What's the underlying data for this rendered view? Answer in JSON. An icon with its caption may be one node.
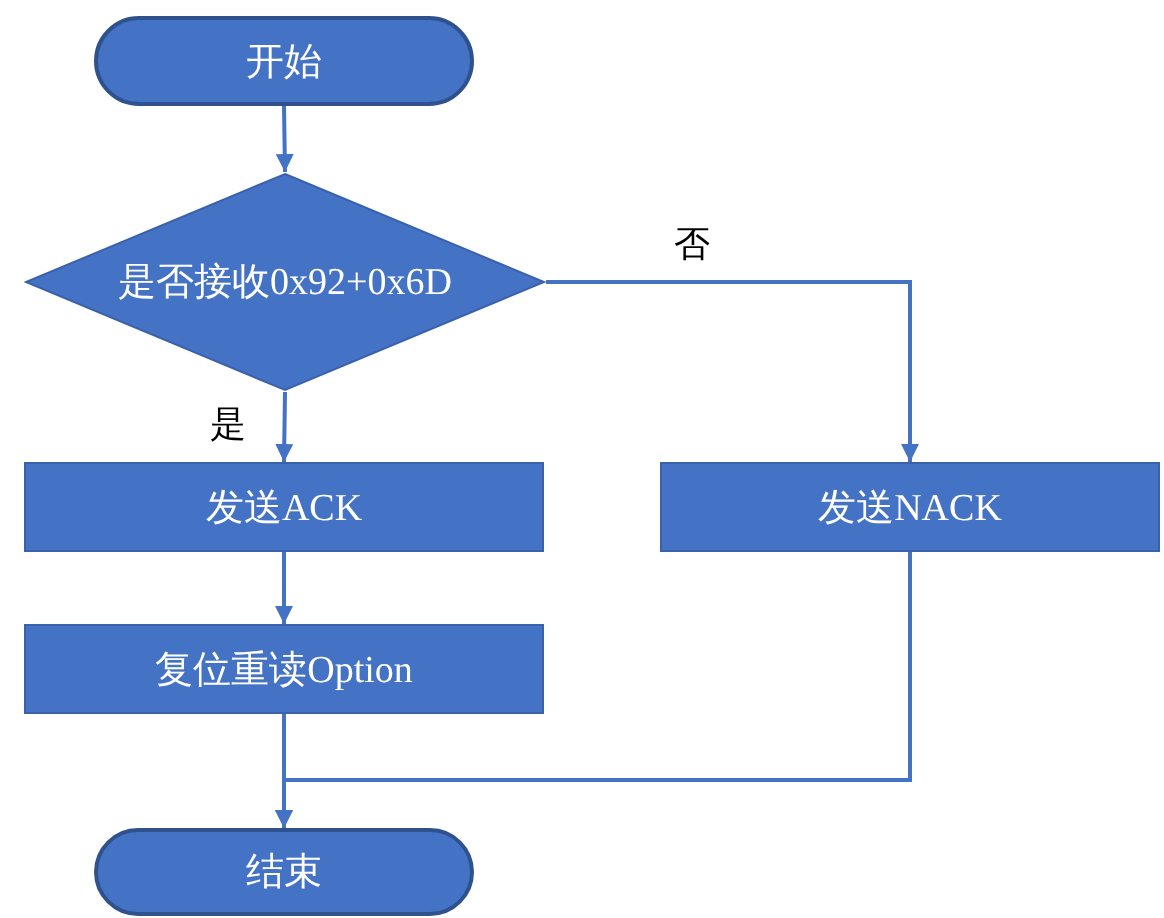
{
  "diagram": {
    "nodes": [
      {
        "text": [
          "开始"
        ]
      },
      {
        "text": [
          "是否接收0x92+0x6D"
        ]
      },
      {
        "text": [
          "发送ACK"
        ]
      },
      {
        "text": [
          "发送NACK"
        ]
      },
      {
        "text": [
          "复位重读Option"
        ]
      },
      {
        "text": [
          "结束"
        ]
      }
    ],
    "edges": [
      {
        "from": 0,
        "to": 1,
        "arrow": "to"
      },
      {
        "from": 1,
        "to": 2,
        "arrow": "to",
        "label": "是"
      },
      {
        "from": 1,
        "to": 3,
        "arrow": "to",
        "label": "否"
      },
      {
        "from": 2,
        "to": 4,
        "arrow": "to"
      },
      {
        "from": 4,
        "to": 5,
        "arrow": "to"
      },
      {
        "from": 3,
        "to": 5,
        "arrow": "to"
      }
    ]
  }
}
